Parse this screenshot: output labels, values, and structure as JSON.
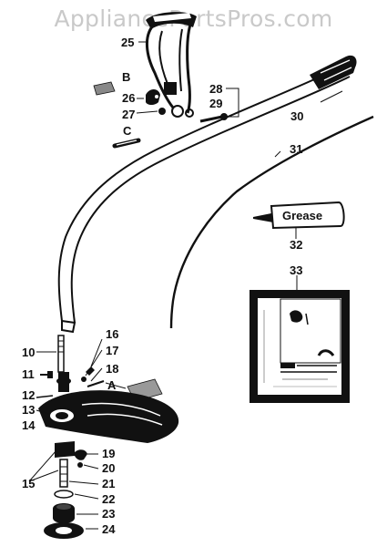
{
  "watermark": "AppliancePartsPros.com",
  "colors": {
    "ink": "#111111",
    "watermark": "#c9c9c9",
    "paper": "#ffffff"
  },
  "labels": {
    "p10": "10",
    "p11": "11",
    "p12": "12",
    "p13": "13",
    "p14": "14",
    "p15": "15",
    "p16": "16",
    "p17": "17",
    "p18": "18",
    "p19": "19",
    "p20": "20",
    "p21": "21",
    "p22": "22",
    "p23": "23",
    "p24": "24",
    "p25": "25",
    "p26": "26",
    "p27": "27",
    "p28": "28",
    "p29": "29",
    "p30": "30",
    "p31": "31",
    "p32": "32",
    "p33": "33",
    "A": "A",
    "B": "B",
    "C": "C"
  },
  "grease_text": "Grease"
}
